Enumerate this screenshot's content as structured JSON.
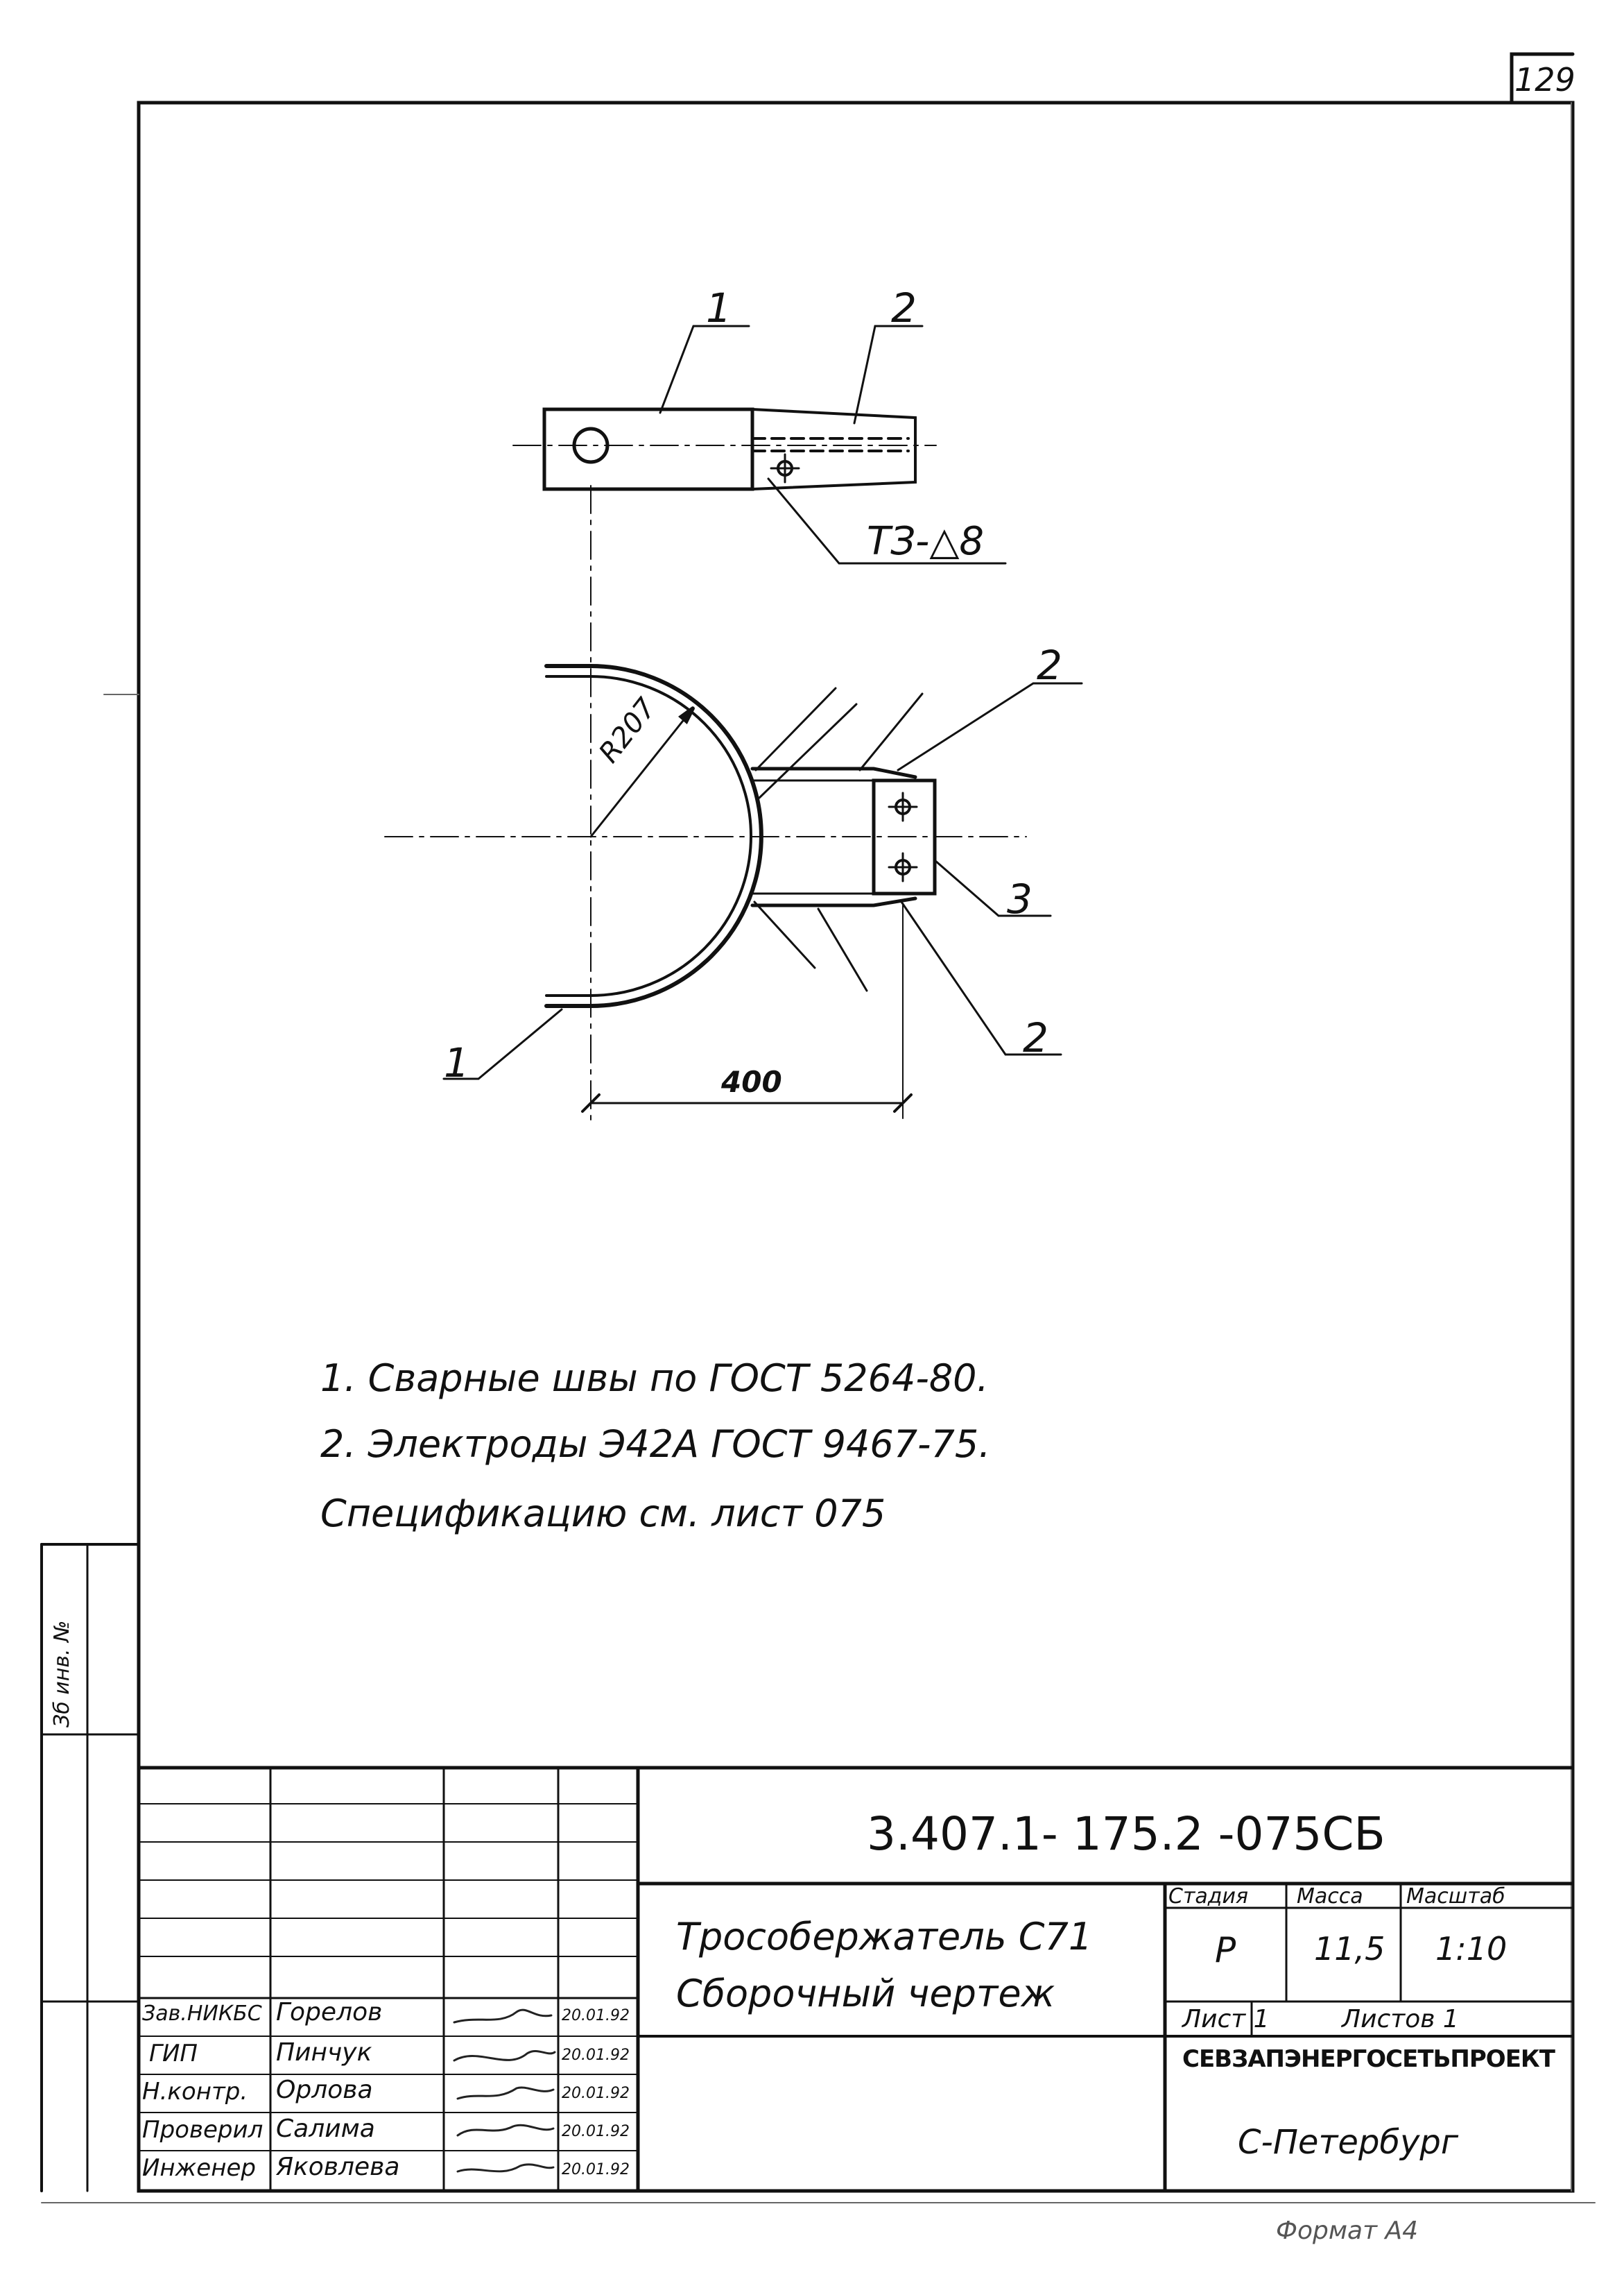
{
  "page_number": "129",
  "drawing": {
    "leaders": {
      "top_part_1": "1",
      "top_part_2": "2",
      "weld_mark": "ТЗ-△8",
      "bottom_part_2_top": "2",
      "bottom_part_3": "3",
      "bottom_part_2_bottom": "2",
      "bottom_part_1": "1"
    },
    "radius_label": "R207",
    "dimension_400": "400"
  },
  "notes": [
    "1. Сварные швы по ГОСТ 5264-80.",
    "2. Электроды Э42А ГОСТ 9467-75.",
    "Спецификацию см. лист 075"
  ],
  "side_stamp": "Зб инв. №",
  "title_block": {
    "designation": "3.407.1- 175.2 -075СБ",
    "name_line1": "Трособержатель С71",
    "name_line2": "Сборочный чертеж",
    "stage_header": "Стадия",
    "mass_header": "Масса",
    "scale_header": "Масштаб",
    "stage": "Р",
    "mass": "11,5",
    "scale": "1:10",
    "sheet": "Лист 1",
    "sheets": "Листов 1",
    "organization": "СЕВЗАПЭНЕРГОСЕТЬПРОЕКТ",
    "city": "С-Петербург",
    "signatures": [
      {
        "role": "Зав.НИКБС",
        "name": "Горелов",
        "date": "20.01.92"
      },
      {
        "role": "ГИП",
        "name": "Пинчук",
        "date": "20.01.92"
      },
      {
        "role": "Н.контр.",
        "name": "Орлова",
        "date": "20.01.92"
      },
      {
        "role": "Проверил",
        "name": "Салима",
        "date": "20.01.92"
      },
      {
        "role": "Инженер",
        "name": "Яковлева",
        "date": "20.01.92"
      }
    ]
  },
  "footer_text": "Формат А4"
}
